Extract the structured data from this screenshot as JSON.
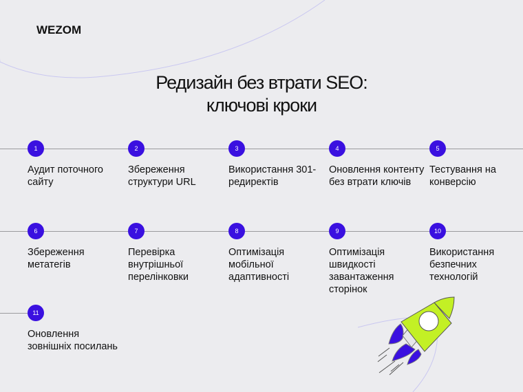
{
  "logo": "WEZOM",
  "title": {
    "line1": "Редизайн без втрати SEO:",
    "line2": "ключові кроки"
  },
  "colors": {
    "accent": "#3a10e0",
    "rocket_body": "#c3f025",
    "background": "#ececef"
  },
  "steps": [
    {
      "num": "1",
      "label": "Аудит поточного сайту"
    },
    {
      "num": "2",
      "label": "Збереження структури URL"
    },
    {
      "num": "3",
      "label": "Використання 301-редиректів"
    },
    {
      "num": "4",
      "label": "Оновлення контенту без втрати ключів"
    },
    {
      "num": "5",
      "label": "Тестування на конверсію"
    },
    {
      "num": "6",
      "label": "Збереження метатегів"
    },
    {
      "num": "7",
      "label": "Перевірка внутрішньої перелінковки"
    },
    {
      "num": "8",
      "label": "Оптимізація мобільної адаптивності"
    },
    {
      "num": "9",
      "label": "Оптимізація швидкості завантаження сторінок"
    },
    {
      "num": "10",
      "label": "Використання безпечних технологій"
    },
    {
      "num": "11",
      "label": "Оновлення зовнішніх посилань"
    }
  ]
}
